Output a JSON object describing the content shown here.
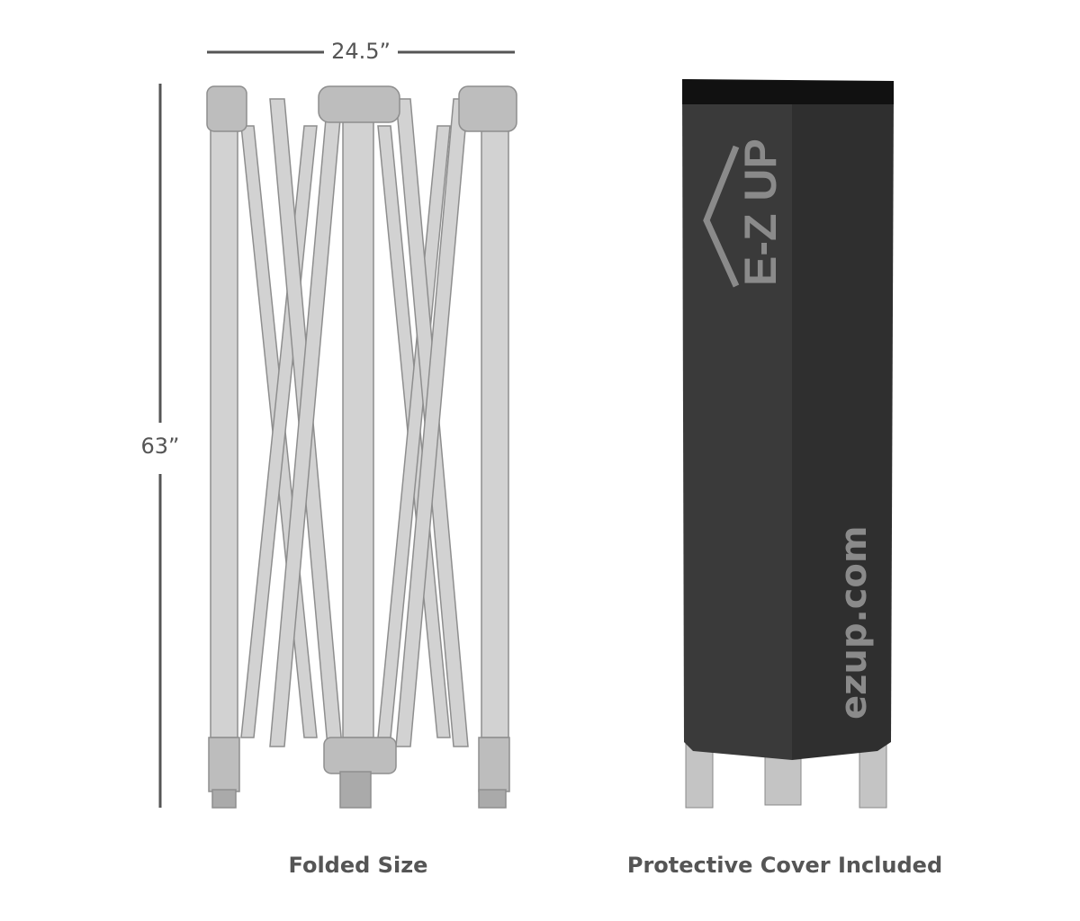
{
  "dimensions": {
    "width_label": "24.5”",
    "height_label": "63”"
  },
  "captions": {
    "folded": "Folded Size",
    "cover": "Protective Cover Included"
  },
  "cover": {
    "logo_text": "E-Z UP",
    "website": "ezup.com"
  },
  "colors": {
    "frame": "#c9c9c9",
    "frame_edge": "#8e8e8e",
    "cover": "#373737",
    "cover_band": "#111111",
    "text": "#555555",
    "logo": "#8a8a8a"
  }
}
